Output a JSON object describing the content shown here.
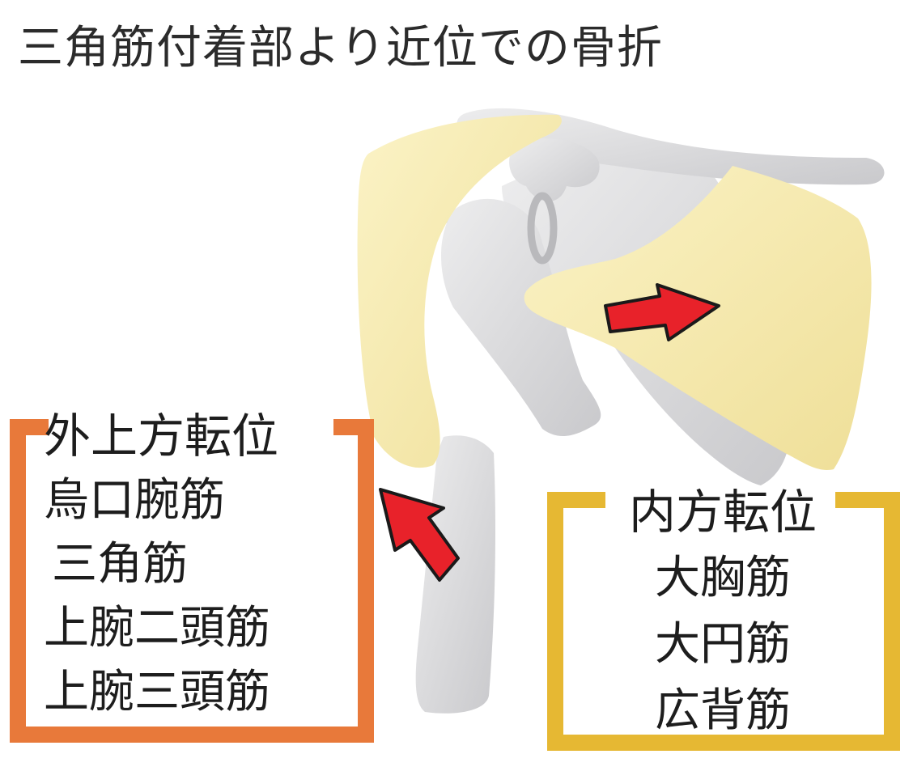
{
  "title": "三角筋付着部より近位での骨折",
  "left_group": {
    "heading": "外上方転位",
    "muscles": [
      "烏口腕筋",
      "三角筋",
      "上腕二頭筋",
      "上腕三頭筋"
    ]
  },
  "right_group": {
    "heading": "内方転位",
    "muscles": [
      "大胸筋",
      "大円筋",
      "広背筋"
    ]
  },
  "colors": {
    "left_frame": "#e8793a",
    "right_frame": "#e6b833",
    "muscle_fill": "#f6eab0",
    "bone_fill": "#d9d9db",
    "arrow": "#e8222a"
  },
  "icons": [
    "arrow-up-left-icon",
    "arrow-right-icon"
  ]
}
